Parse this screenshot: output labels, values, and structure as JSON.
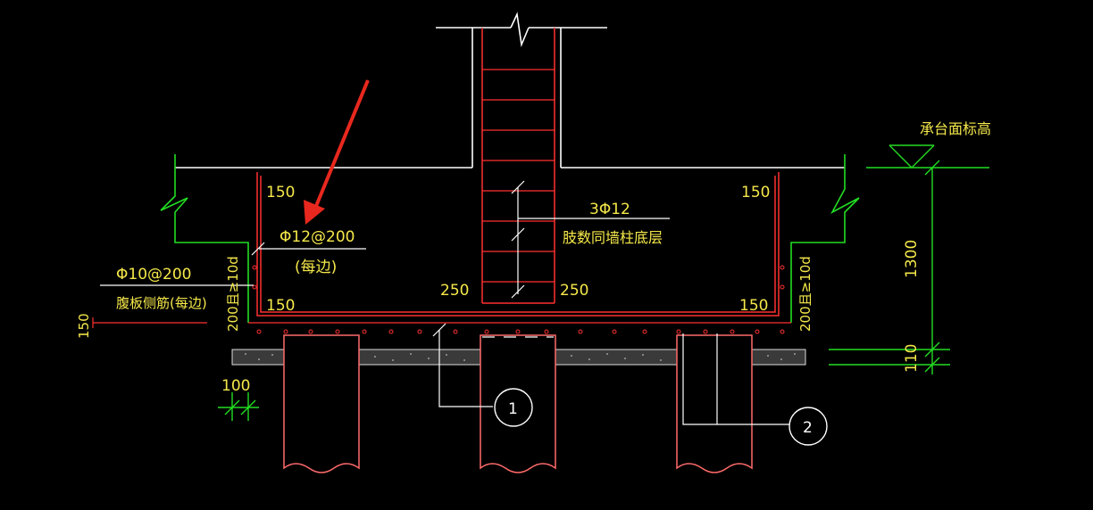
{
  "labels": {
    "cover_top_left": "150",
    "cover_top_right": "150",
    "cover_bottom_left": "150",
    "cover_bottom_right": "150",
    "rebar_main": "Φ12@200",
    "rebar_main_note": "(每边)",
    "rebar_side": "Φ10@200",
    "rebar_side_note": "腹板侧筋(每边)",
    "side_150": "150",
    "anchor_left": "200且≥10d",
    "anchor_right": "200且≥10d",
    "col_250_left": "250",
    "col_250_right": "250",
    "col_rebar": "3Φ12",
    "col_rebar_note": "肢数同墙柱底层",
    "elev_title": "承台面标高",
    "dim_1300": "1300",
    "dim_110": "110",
    "dim_100": "100",
    "callout_1": "1",
    "callout_2": "2"
  },
  "colors": {
    "background": "#000000",
    "outline": "#ffffff",
    "rebar": "#ff3030",
    "dimension": "#22dd22",
    "text": "#f5e84a",
    "arrow": "#e8281e",
    "pile": "#ff6a6a"
  }
}
